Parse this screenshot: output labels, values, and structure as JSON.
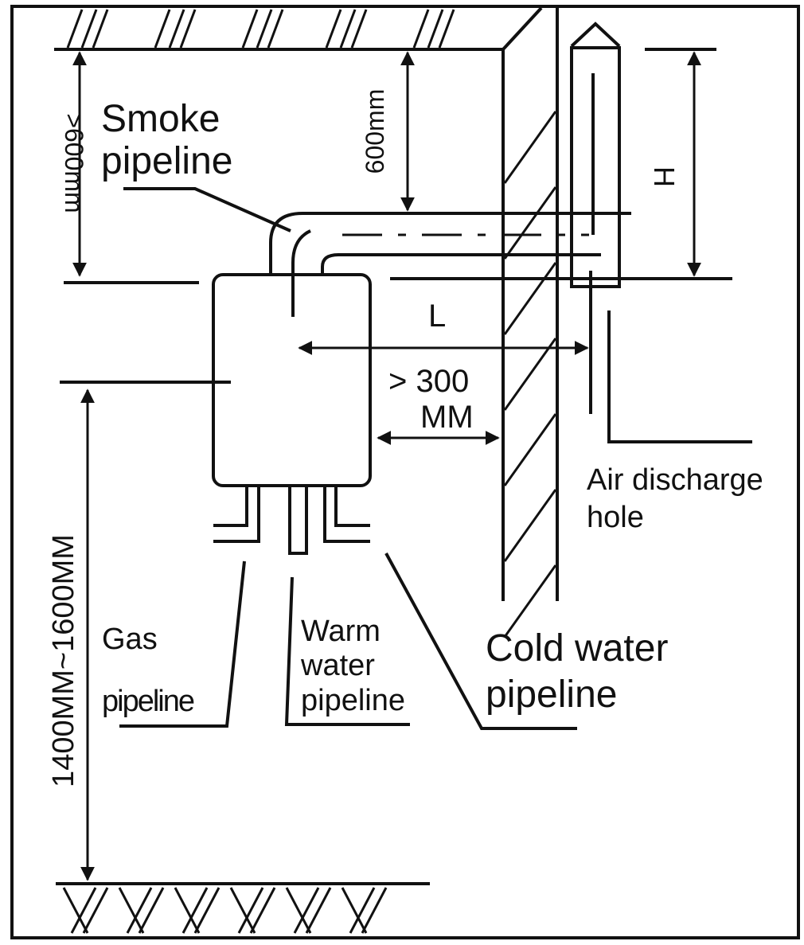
{
  "labels": {
    "smoke_line1": "Smoke",
    "smoke_line2": "pipeline",
    "dim_gt600": ">600mm",
    "dim_600": "600mm",
    "dim_H": "H",
    "dim_L": "L",
    "dim_gt300_line1": "> 300",
    "dim_gt300_line2": "MM",
    "air_line1": "Air discharge",
    "air_line2": "hole",
    "gas_line1": "Gas",
    "gas_line2": "pipeline",
    "warm_line1": "Warm",
    "warm_line2": "water",
    "warm_line3": "pipeline",
    "cold_line1": "Cold water",
    "cold_line2": "pipeline",
    "dim_height": "1400MM~1600MM"
  },
  "colors": {
    "ink": "#111111",
    "background": "#ffffff"
  }
}
